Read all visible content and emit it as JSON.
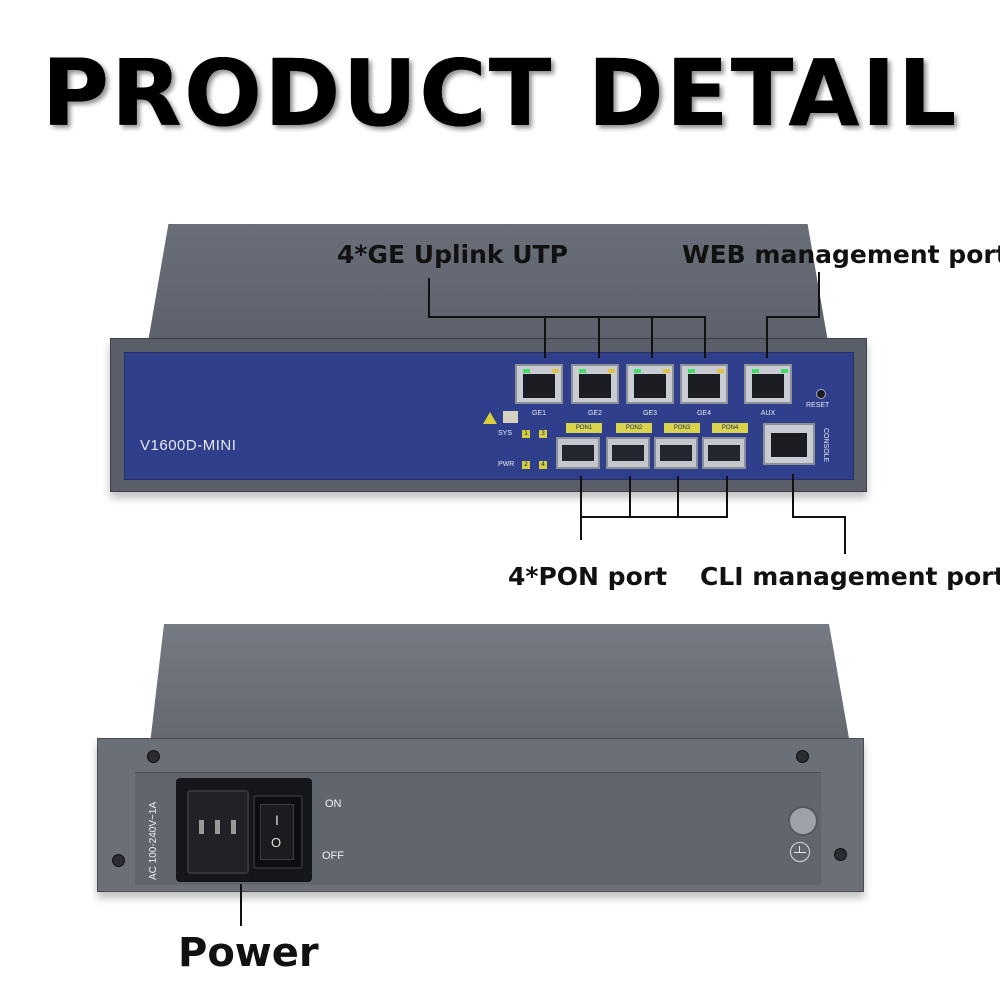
{
  "title": "PRODUCT DETAIL",
  "front_device": {
    "model": "V1600D-MINI",
    "ge_ports": [
      "GE1",
      "GE2",
      "GE3",
      "GE4"
    ],
    "aux_port": "AUX",
    "reset_label": "RESET",
    "pon_ports": [
      "PON1",
      "PON2",
      "PON3",
      "PON4"
    ],
    "console_label": "CONSOLE",
    "led_labels": {
      "sys": "SYS",
      "pwr": "PWR",
      "led1": "1",
      "led2": "2",
      "led3": "3",
      "led4": "4"
    }
  },
  "callouts": {
    "uplink": "4*GE Uplink UTP",
    "web": "WEB management port",
    "pon": "4*PON port",
    "cli": "CLI management port",
    "power": "Power"
  },
  "rear_device": {
    "voltage": "AC 100-240V~1A",
    "on_label": "ON",
    "off_label": "OFF",
    "switch_on_mark": "I",
    "switch_off_mark": "O"
  },
  "colors": {
    "panel_blue": "#2f3f8c",
    "chassis_gray": "#5a5e68",
    "led_green": "#3ee06a",
    "label_yellow": "#d8d34b"
  }
}
